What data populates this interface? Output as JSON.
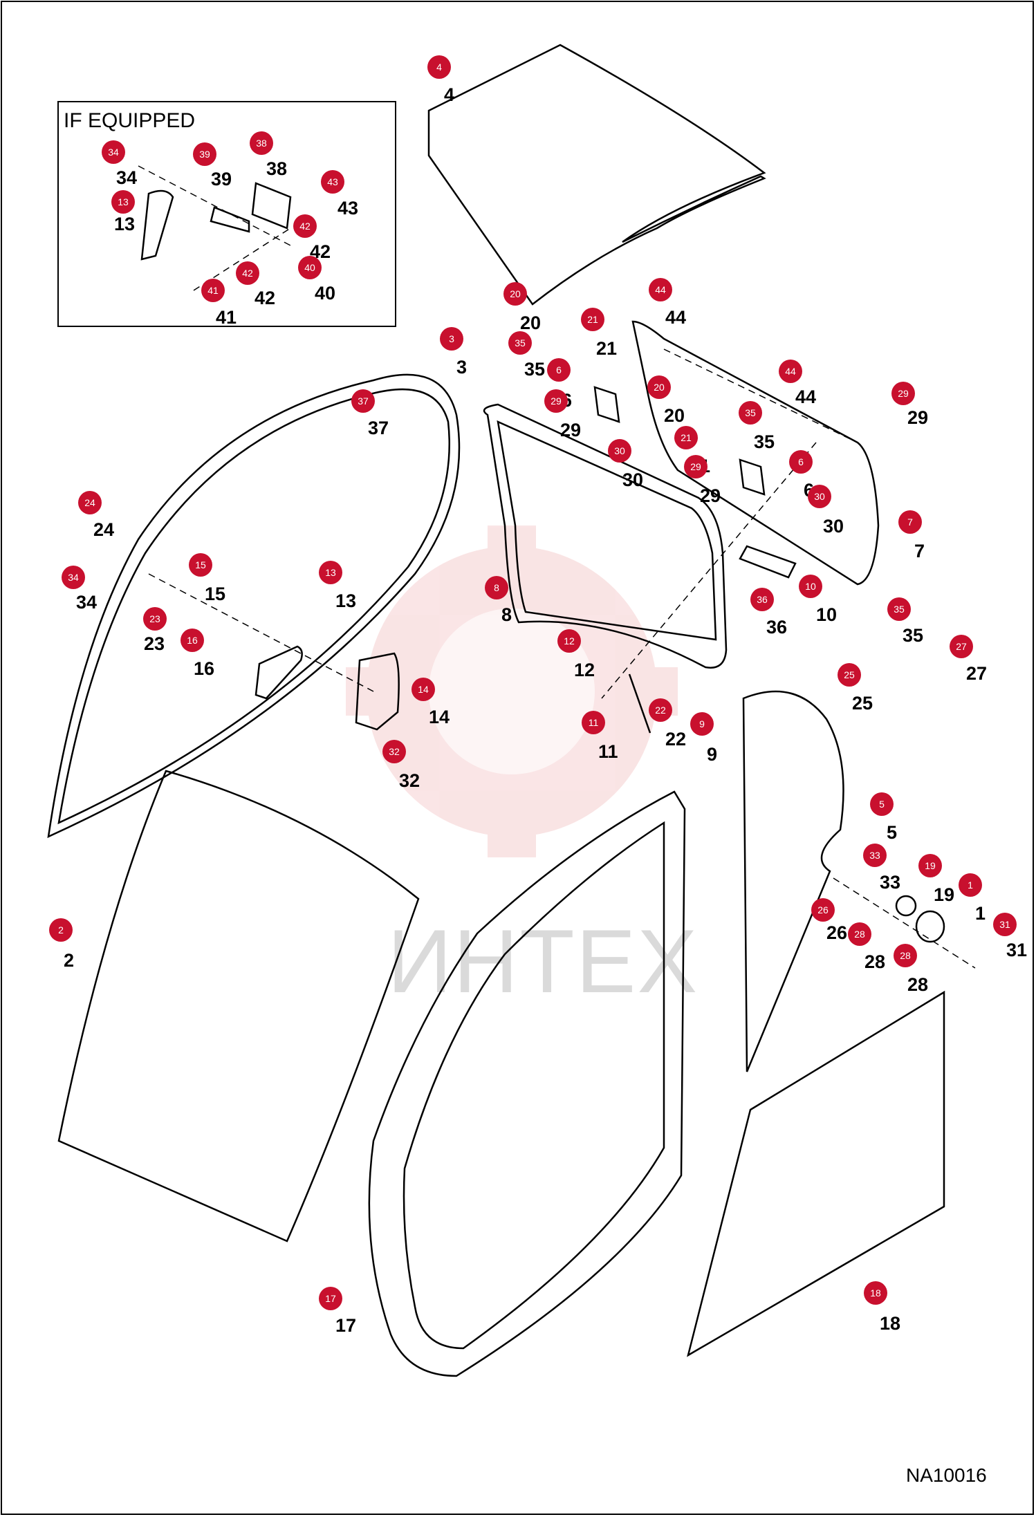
{
  "inset_label": "IF EQUIPPED",
  "drawing_number": "NA10016",
  "watermark_text": "ИНТЕХ",
  "colors": {
    "callout": "#c8102e",
    "line": "#000000",
    "watermark": "#d9383a"
  },
  "callouts": [
    "1",
    "2",
    "3",
    "4",
    "5",
    "6",
    "6",
    "7",
    "8",
    "9",
    "10",
    "11",
    "12",
    "13",
    "13",
    "14",
    "15",
    "16",
    "17",
    "18",
    "19",
    "20",
    "20",
    "21",
    "21",
    "22",
    "23",
    "24",
    "25",
    "26",
    "27",
    "28",
    "28",
    "29",
    "29",
    "29",
    "30",
    "30",
    "31",
    "32",
    "33",
    "34",
    "34",
    "35",
    "35",
    "35",
    "36",
    "37",
    "38",
    "39",
    "40",
    "41",
    "42",
    "42",
    "43",
    "44",
    "44"
  ]
}
